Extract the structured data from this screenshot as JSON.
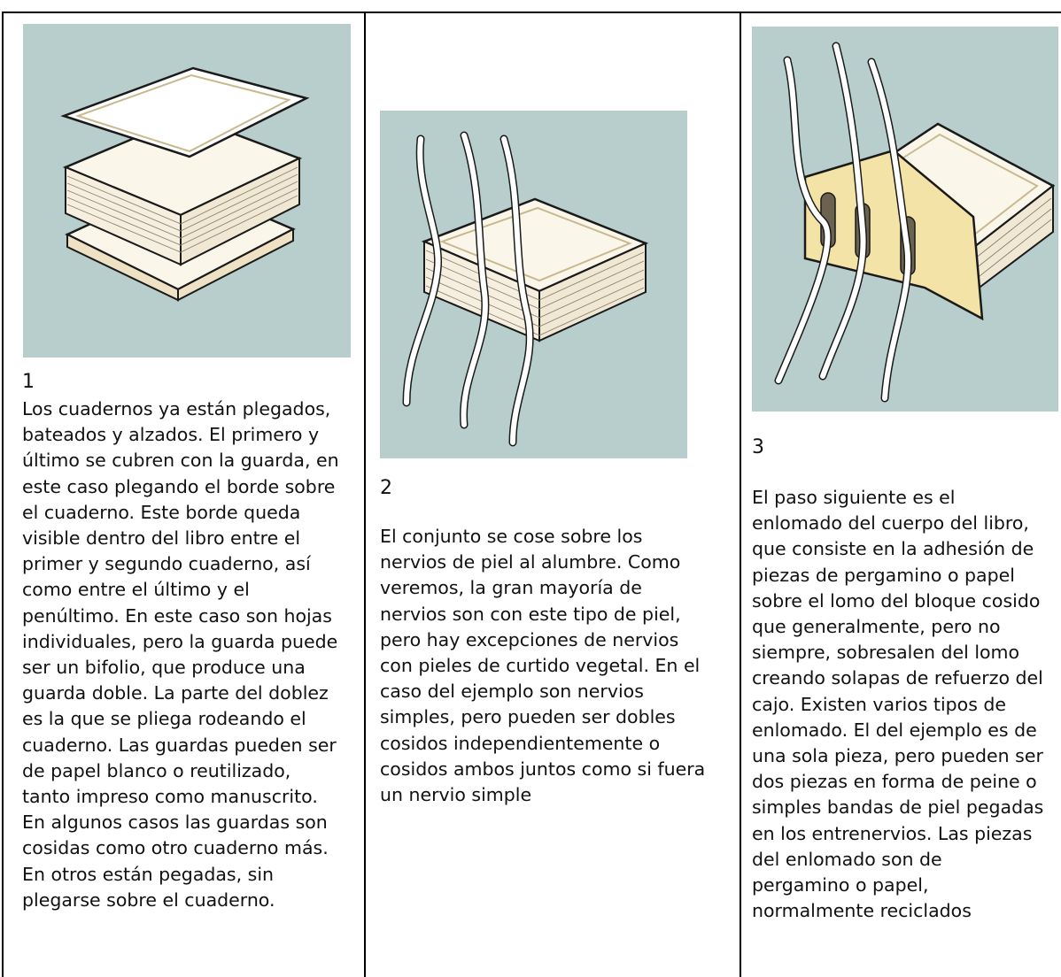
{
  "panels": [
    {
      "number": "1",
      "illustration": "stacked-quires-with-endpapers",
      "text": "Los cuadernos ya están plegados,\nbateados y alzados. El primero y\núltimo se cubren con la guarda, en\neste caso plegando el borde sobre\nel cuaderno. Este borde queda\nvisible dentro del libro entre el\nprimer y segundo cuaderno, así\ncomo entre el último y el\npenúltimo. En este caso son hojas\nindividuales, pero la guarda puede\nser un bifolio, que produce una\nguarda doble. La parte del doblez\nes la que se pliega rodeando el\ncuaderno. Las guardas pueden ser\nde papel blanco o reutilizado,\ntanto impreso como manuscrito.\nEn algunos casos las guardas son\ncosidas como otro cuaderno más.\nEn otros están pegadas, sin\nplegarse sobre el cuaderno."
    },
    {
      "number": "2",
      "illustration": "book-block-sewn-on-cords",
      "text": "El conjunto se cose sobre los\nnervios de piel al alumbre. Como\nveremos, la gran mayoría de\nnervios son con este tipo de piel,\npero hay excepciones de nervios\ncon pieles de curtido vegetal. En el\ncaso del ejemplo son nervios\nsimples, pero pueden ser dobles\ncosidos independientemente o\ncosidos ambos juntos como si fuera\nun nervio simple"
    },
    {
      "number": "3",
      "illustration": "spine-lining-with-slotted-parchment",
      "text": "El paso siguiente es el\nenlomado del cuerpo del libro,\nque consiste en la adhesión de\npiezas de pergamino o papel\nsobre el lomo del bloque cosido\nque generalmente, pero no\nsiempre, sobresalen del lomo\ncreando solapas de refuerzo del\ncajo. Existen varios tipos de\nenlomado. El del ejemplo es de\nuna sola pieza, pero pueden ser\ndos piezas en forma de peine o\nsimples bandas de piel pegadas\nen los entrenervios. Las piezas\ndel enlomado son de\npergamino o papel,\nnormalmente reciclados"
    }
  ],
  "colors": {
    "illustration_background": "#b7cecd",
    "paper": "#fbf6ea",
    "parchment_lining": "#f3e3a6",
    "ink": "#1a1a1a"
  }
}
